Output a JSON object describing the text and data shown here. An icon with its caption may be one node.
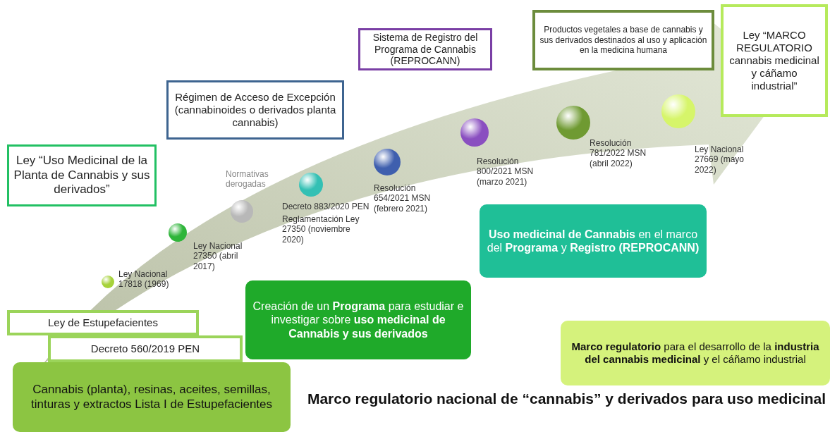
{
  "diagram": {
    "title": "Marco regulatorio nacional de “cannabis” y derivados para uso medicinal",
    "nodes": [
      {
        "text": [
          "Ley “Uso Medicinal de la Planta de Cannabis y sus derivados”"
        ]
      },
      {
        "text": [
          "Régimen de Acceso de Excepción (cannabinoides o derivados planta cannabis)"
        ]
      },
      {
        "text": [
          "Sistema de Registro del Programa de Cannabis (REPROCANN)"
        ]
      },
      {
        "text": [
          "Productos vegetales a base de cannabis y sus derivados destinados al uso y aplicación en la medicina humana"
        ]
      },
      {
        "text": [
          "Ley “MARCO REGULATORIO cannabis medicinal y cáñamo industrial”"
        ]
      },
      {
        "text": [],
        "shape": "circle",
        "beside": [
          "Ley Nacional 17818 (1969)"
        ]
      },
      {
        "text": [],
        "shape": "circle",
        "beside": [
          "Ley Nacional 27350 (abril 2017)"
        ]
      },
      {
        "text": [],
        "shape": "circle",
        "beside": [
          "Normativas derogadas"
        ]
      },
      {
        "text": [],
        "shape": "circle",
        "beside": [
          "Decreto 883/2020 PEN",
          "Reglamentación Ley 27350 (noviembre 2020)"
        ]
      },
      {
        "text": [],
        "shape": "circle",
        "beside": [
          "Resolución 654/2021 MSN (febrero 2021)"
        ]
      },
      {
        "text": [],
        "shape": "circle",
        "beside": [
          "Resolución 800/2021 MSN (marzo 2021)"
        ]
      },
      {
        "text": [],
        "shape": "circle",
        "beside": [
          "Resolución 781/2022 MSN (abril 2022)"
        ]
      },
      {
        "text": [],
        "shape": "circle",
        "beside": [
          "Ley Nacional 27669 (mayo 2022)"
        ]
      },
      {
        "text": [
          "Ley de Estupefacientes"
        ]
      },
      {
        "text": [
          "Decreto 560/2019 PEN"
        ]
      },
      {
        "text": [
          "Cannabis (planta), resinas, aceites, semillas, tinturas y extractos Lista I de Estupefacientes"
        ]
      },
      {
        "text": [
          "Creación de un **Programa** para estudiar e investigar sobre **uso medicinal de Cannabis y sus derivados**"
        ]
      },
      {
        "text": [
          "**Uso medicinal de Cannabis** en el marco del **Programa** y **Registro (REPROCANN)**"
        ]
      },
      {
        "text": [
          "**Marco regulatorio** para el desarrollo de la **industria del cannabis medicinal** y el cáñamo industrial"
        ]
      }
    ]
  }
}
